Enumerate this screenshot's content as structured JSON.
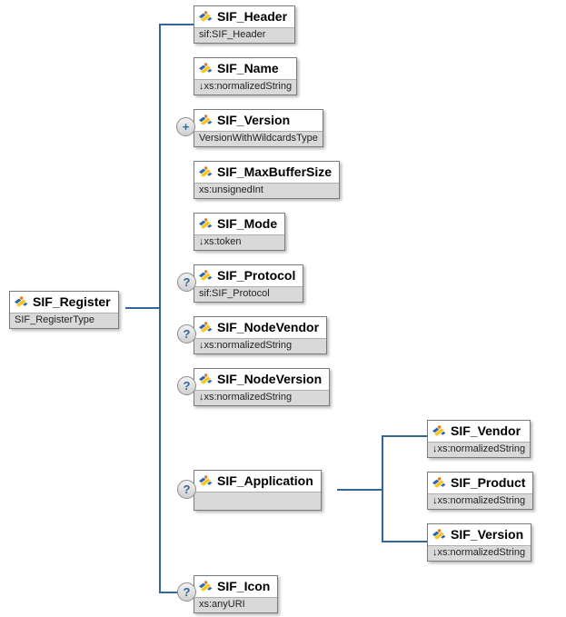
{
  "diagram": {
    "root": {
      "name": "SIF_Register",
      "type": "SIF_RegisterType"
    },
    "children": [
      {
        "name": "SIF_Header",
        "type": "sif:SIF_Header",
        "occurs": ""
      },
      {
        "name": "SIF_Name",
        "type": "↓xs:normalizedString",
        "occurs": ""
      },
      {
        "name": "SIF_Version",
        "type": "VersionWithWildcardsType",
        "occurs": "+"
      },
      {
        "name": "SIF_MaxBufferSize",
        "type": "xs:unsignedInt",
        "occurs": ""
      },
      {
        "name": "SIF_Mode",
        "type": "↓xs:token",
        "occurs": ""
      },
      {
        "name": "SIF_Protocol",
        "type": "sif:SIF_Protocol",
        "occurs": "?"
      },
      {
        "name": "SIF_NodeVendor",
        "type": "↓xs:normalizedString",
        "occurs": "?"
      },
      {
        "name": "SIF_NodeVersion",
        "type": "↓xs:normalizedString",
        "occurs": "?"
      },
      {
        "name": "SIF_Application",
        "type": "",
        "occurs": "?"
      },
      {
        "name": "SIF_Icon",
        "type": "xs:anyURI",
        "occurs": "?"
      }
    ],
    "application_children": [
      {
        "name": "SIF_Vendor",
        "type": "↓xs:normalizedString"
      },
      {
        "name": "SIF_Product",
        "type": "↓xs:normalizedString"
      },
      {
        "name": "SIF_Version",
        "type": "↓xs:normalizedString"
      }
    ],
    "colors": {
      "line": "#336699",
      "box_border": "#7a7a7a",
      "type_row_bg": "#d9d9d9",
      "badge_glyph": "#336699"
    }
  }
}
